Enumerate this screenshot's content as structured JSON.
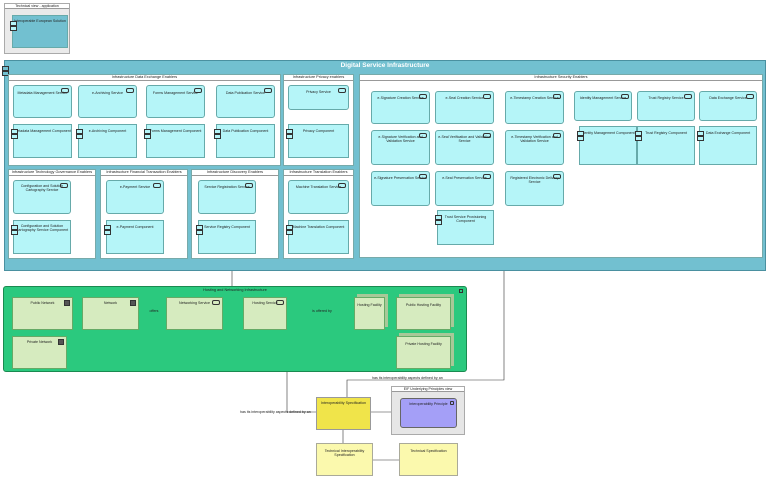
{
  "tv_app": {
    "title": "Technical view - application",
    "item": "Interoperable European Solution"
  },
  "dsi": {
    "title": "Digital Service Infrastructure"
  },
  "data_exchange": {
    "title": "Infrastructure Data Exchange Enablers",
    "services": [
      "Metadata Management Service",
      "e-Archiving Service",
      "Forms Management Service",
      "Data Publication Service"
    ],
    "components": [
      "Metadata Management Component",
      "e-Archiving Component",
      "Forms Management Component",
      "Data Publication Component"
    ]
  },
  "privacy": {
    "title": "Infrastructure Privacy enablers",
    "service": "Privacy Service",
    "component": "Privacy Component"
  },
  "security": {
    "title": "Infrastructure Security Enablers",
    "grid": [
      "e-Signature Creation Service",
      "e-Seal Creation Service",
      "e-Timestamp Creation Service",
      "e-Signature Verification and Validation Service",
      "e-Seal Verification and Validation Service",
      "e-Timestamp Verification and Validation Service",
      "e-Signature Preservation Service",
      "e-Seal Preservation Service",
      "Registered Electronic Delivery Service"
    ],
    "trust_provisioning": "Trust Service Provisioning Component",
    "services": [
      "Identity Management Service",
      "Trust Registry Service",
      "Data Exchange Service"
    ],
    "components": [
      "Identity Management Component",
      "Trust Registry Component",
      "Data Exchange Component"
    ]
  },
  "tech_gov": {
    "title": "Infrastructure Technology Governance Enablers",
    "service": "Configuration and Solution Cartography Service",
    "component": "Configuration and Solution Cartography Service Component"
  },
  "financial": {
    "title": "Infrastructure Financial Transaction Enablers",
    "service": "e-Payment Service",
    "component": "e-Payment Component"
  },
  "discovery": {
    "title": "Infrastructure Discovery Enablers",
    "service": "Service Registration Service",
    "component": "Service Registry Component"
  },
  "translation": {
    "title": "Infrastructure Translation Enablers",
    "service": "Machine Translation Service",
    "component": "Machine Translation Component"
  },
  "hosting": {
    "title": "Hosting and Networking Infrastructure",
    "public_network": "Public Network",
    "private_network": "Private Network",
    "network": "Network",
    "networking_service": "Networking Service",
    "hosting_service": "Hosting Service",
    "hosting_facility": "Hosting Facility",
    "public_hosting": "Public Hosting Facility",
    "private_hosting": "Private Hosting Facility",
    "label_offers": "offers",
    "label_offered_by": "is offered by"
  },
  "spec": {
    "interop_spec": "Interoperability Specification",
    "tech_interop_spec": "Technical Interoperability Specification",
    "tech_spec": "Technical Specification"
  },
  "eif": {
    "title": "EIF Underlying Principles view",
    "principle": "Interoperability Principle"
  },
  "labels": {
    "has_aspects_1": "has its interoperability aspects defined by an",
    "has_aspects_2": "has its interoperability aspects defined by an"
  },
  "colors": {
    "dsi_bg": "#72c0d0",
    "service": "#b5f5f8",
    "hosting_bg": "#2bc97e",
    "node": "#d6ebbf",
    "spec": "#f0e44a",
    "principle": "#a49ff7"
  }
}
